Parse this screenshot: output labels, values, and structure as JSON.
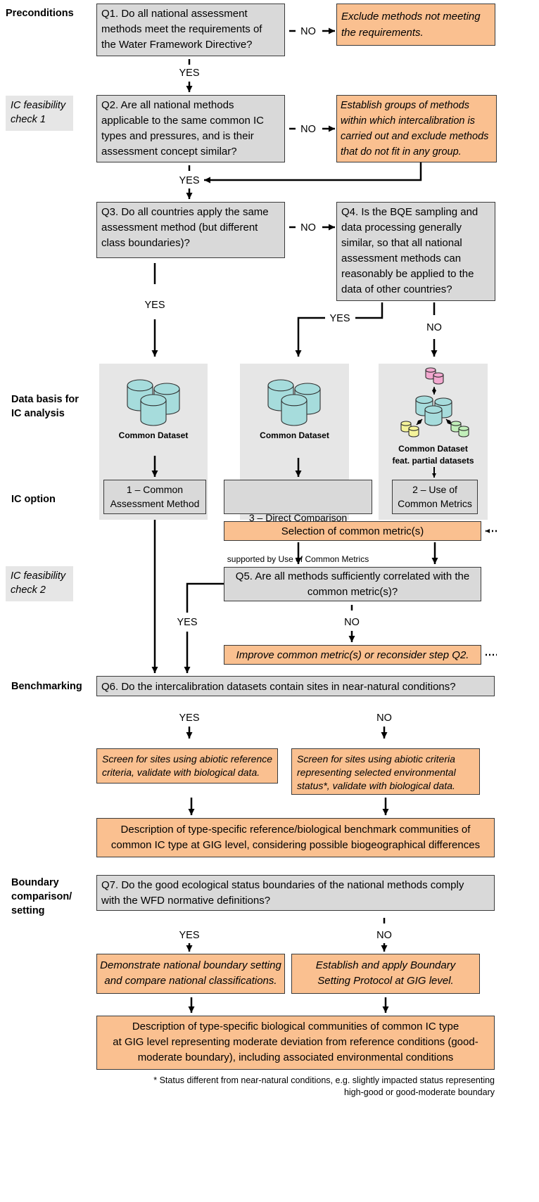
{
  "sections": {
    "preconditions": "Preconditions",
    "feasibility_1": "IC feasibility\ncheck 1",
    "data_basis": "Data basis for\nIC analysis",
    "ic_option": "IC option",
    "feasibility_2": "IC feasibility\ncheck 2",
    "benchmarking": "Benchmarking",
    "boundary": "Boundary\ncomparison/\nsetting"
  },
  "questions": {
    "q1": "Q1. Do all national assessment\nmethods meet the requirements of\nthe Water Framework Directive?",
    "q2": "Q2. Are all national methods\napplicable to the same common IC\ntypes and pressures, and is their\nassessment concept similar?",
    "q3": "Q3. Do all countries apply the same\nassessment method (but different\nclass boundaries)?",
    "q4": "Q4. Is the BQE sampling and\ndata processing generally\nsimilar, so that all national\nassessment methods can\nreasonably be applied to the\ndata of other countries?",
    "q5": "Q5. Are all methods sufficiently correlated with the\ncommon metric(s)?",
    "q6": "Q6. Do the intercalibration datasets contain sites in near-natural conditions?",
    "q7": "Q7. Do the good ecological status boundaries of the national methods comply\nwith the WFD normative definitions?"
  },
  "outcomes": {
    "q1_no": "Exclude methods not meeting\nthe requirements.",
    "q2_no": "Establish groups of methods\nwithin which intercalibration is\ncarried out and exclude methods\nthat do not fit in any group.",
    "improve": "Improve common metric(s) or reconsider step Q2.",
    "screen_reference": "Screen for sites using abiotic reference\ncriteria, validate with biological data.",
    "screen_status": "Screen for sites using abiotic criteria\nrepresenting selected environmental\nstatus*, validate with biological data.",
    "benchmark_description": "Description of type-specific reference/biological benchmark communities of\ncommon IC type at GIG level, considering possible biogeographical differences",
    "demonstrate": "Demonstrate national boundary setting\nand compare national classifications.",
    "establish": "Establish and apply Boundary\nSetting Protocol at GIG level.",
    "moderate_description": "Description of type-specific biological communities of common IC type\nat GIG level representing moderate deviation from reference conditions (good-\nmoderate boundary), including associated environmental conditions"
  },
  "datasets": {
    "common_1": "Common Dataset",
    "common_2": "Common Dataset",
    "partial": "Common Dataset\nfeat. partial datasets"
  },
  "options": {
    "option_1": "1 – Common\nAssessment Method",
    "option_3_title": "3 – Direct Comparison",
    "option_3_sub": "supported by Use of Common Metrics",
    "option_2": "2 – Use of\nCommon Metrics"
  },
  "selection": "Selection of common metric(s)",
  "labels": {
    "yes": "YES",
    "no": "NO"
  },
  "footnote": "* Status different from near-natural conditions, e.g. slightly impacted status representing\nhigh-good or good-moderate boundary",
  "icons": [
    "database-icon"
  ],
  "colors": {
    "box_gray": "#d9d9d9",
    "box_orange": "#fac090",
    "panel_gray": "#e6e6e6",
    "database_teal": "#a6dcdc",
    "database_pink": "#f2a8cf",
    "database_yellow": "#f4f39a",
    "database_green": "#c2efba"
  }
}
